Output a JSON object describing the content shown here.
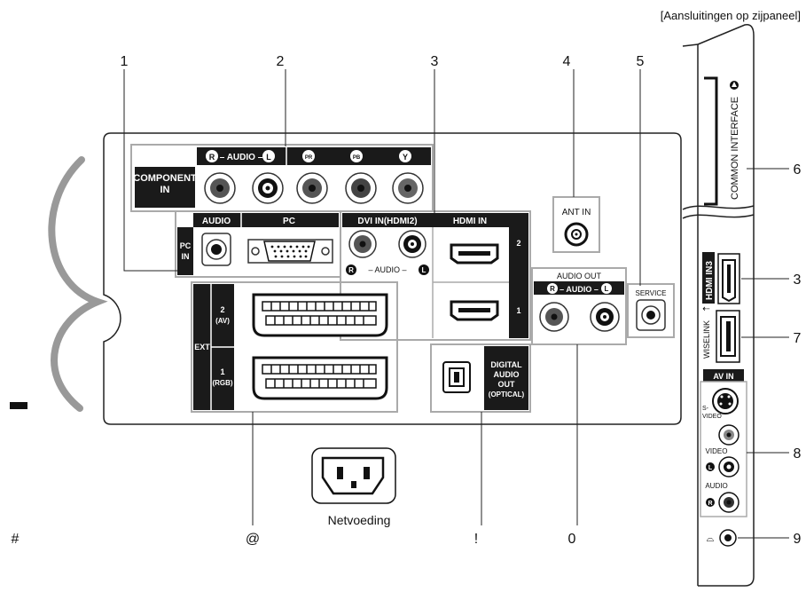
{
  "caption": "[Aansluitingen op zijpaneel]",
  "callouts": {
    "c1": "1",
    "c2": "2",
    "c3": "3",
    "c4": "4",
    "c5": "5",
    "c6": "6",
    "c3b": "3",
    "c7": "7",
    "c8": "8",
    "c9": "9",
    "hash": "#",
    "at": "@",
    "excl": "!",
    "zero": "0"
  },
  "power_label": "Netvoeding",
  "rear_panel": {
    "component": {
      "label_line1": "COMPONENT",
      "label_line2": "IN",
      "audio": "– AUDIO –",
      "r": "R",
      "l": "L",
      "pr": "PR",
      "pb": "PB",
      "y": "Y"
    },
    "pc_in": {
      "label_line1": "PC",
      "label_line2": "IN",
      "audio": "AUDIO",
      "pc": "PC"
    },
    "dvi": {
      "label": "DVI IN(HDMI2)",
      "audio": "– AUDIO –",
      "r": "R",
      "l": "L"
    },
    "hdmi": {
      "label": "HDMI IN",
      "port2": "2",
      "port1": "1"
    },
    "ant_in": "ANT IN",
    "service": "SERVICE",
    "audio_out": {
      "label": "AUDIO OUT",
      "sub": "– AUDIO –",
      "r": "R",
      "l": "L"
    },
    "ext": {
      "label": "EXT",
      "p2_line1": "2",
      "p2_line2": "(AV)",
      "p1_line1": "1",
      "p1_line2": "(RGB)"
    },
    "digital": {
      "line1": "DIGITAL",
      "line2": "AUDIO",
      "line3": "OUT",
      "line4": "(OPTICAL)"
    }
  },
  "side_panel": {
    "common_interface": "COMMON INTERFACE",
    "hdmi3": "HDMI IN3",
    "wiselink": "WISELINK",
    "av_in": "AV IN",
    "svideo_line1": "S-",
    "svideo_line2": "VIDEO",
    "video": "VIDEO",
    "audio": "AUDIO",
    "l": "L",
    "r": "R"
  }
}
